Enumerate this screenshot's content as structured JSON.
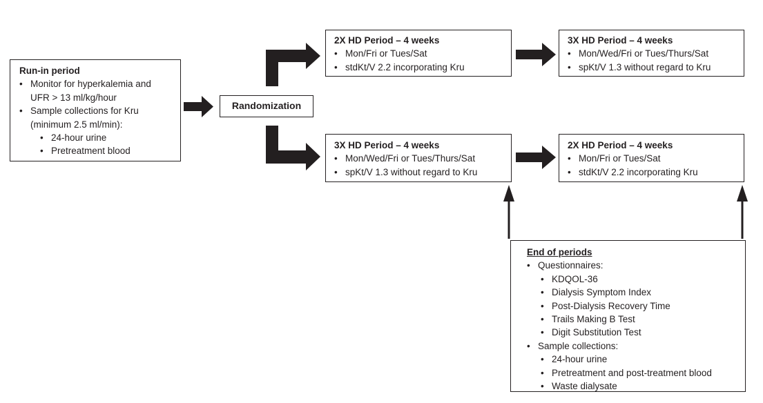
{
  "palette": {
    "ink": "#231f20",
    "background": "#ffffff"
  },
  "flow": {
    "run_in": {
      "title": "Run-in period",
      "items": [
        {
          "level": "1",
          "text": "Monitor for hyperkalemia and"
        },
        {
          "level": "cont",
          "text": "UFR > 13 ml/kg/hour"
        },
        {
          "level": "1",
          "text": "Sample collections for Kru"
        },
        {
          "level": "cont",
          "text": "(minimum 2.5 ml/min):"
        },
        {
          "level": "2",
          "text": "24-hour urine"
        },
        {
          "level": "2",
          "text": "Pretreatment blood"
        }
      ]
    },
    "randomization": {
      "label": "Randomization"
    },
    "arm_top_first": {
      "title": "2X HD Period – 4 weeks",
      "items": [
        "Mon/Fri or Tues/Sat",
        "stdKt/V 2.2 incorporating Kru"
      ]
    },
    "arm_top_second": {
      "title": "3X HD Period – 4 weeks",
      "items": [
        "Mon/Wed/Fri or Tues/Thurs/Sat",
        "spKt/V 1.3 without regard to Kru"
      ]
    },
    "arm_bottom_first": {
      "title": "3X HD Period – 4 weeks",
      "items": [
        "Mon/Wed/Fri or Tues/Thurs/Sat",
        "spKt/V 1.3 without regard to Kru"
      ]
    },
    "arm_bottom_second": {
      "title": "2X HD Period – 4 weeks",
      "items": [
        "Mon/Fri or Tues/Sat",
        "stdKt/V 2.2 incorporating Kru"
      ]
    },
    "end_of_periods": {
      "title": "End of periods",
      "items": [
        {
          "level": "1",
          "text": "Questionnaires:"
        },
        {
          "level": "2",
          "text": "KDQOL-36"
        },
        {
          "level": "2",
          "text": "Dialysis Symptom Index"
        },
        {
          "level": "2",
          "text": "Post-Dialysis Recovery Time"
        },
        {
          "level": "2",
          "text": "Trails Making B Test"
        },
        {
          "level": "2",
          "text": "Digit Substitution Test"
        },
        {
          "level": "1",
          "text": "Sample collections:"
        },
        {
          "level": "2",
          "text": "24-hour urine"
        },
        {
          "level": "2",
          "text": "Pretreatment and post-treatment blood"
        },
        {
          "level": "2",
          "text": "Waste dialysate"
        }
      ]
    },
    "arrows": [
      {
        "name": "run-in-to-randomization",
        "type": "thick-right"
      },
      {
        "name": "randomization-to-2x-first-period",
        "type": "thick-elbow-up-right"
      },
      {
        "name": "randomization-to-3x-first-period",
        "type": "thick-elbow-down-right"
      },
      {
        "name": "2x-first-period-to-3x-second-period",
        "type": "thick-right"
      },
      {
        "name": "3x-first-period-to-2x-second-period",
        "type": "thick-right"
      },
      {
        "name": "end-of-periods-to-3x-first-period",
        "type": "thin-up"
      },
      {
        "name": "end-of-periods-to-2x-second-period",
        "type": "thin-up"
      }
    ]
  }
}
